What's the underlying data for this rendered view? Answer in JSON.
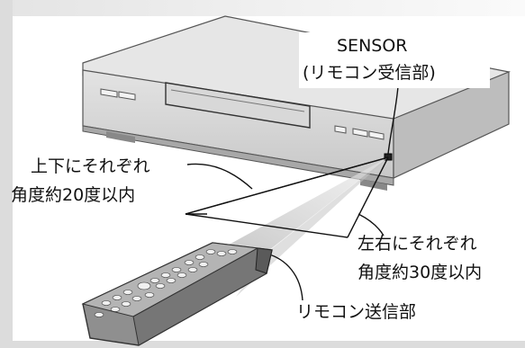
{
  "callouts": {
    "sensor_line1": "SENSOR",
    "sensor_line2": "(リモコン受信部)",
    "vertical_line1": "上下にそれぞれ",
    "vertical_line2": "角度約20度以内",
    "horizontal_line1": "左右にそれぞれ",
    "horizontal_line2": "角度約30度以内",
    "remote": "リモコン送信部"
  },
  "colors": {
    "device_body": "#d9d9d9",
    "device_dark": "#8e8e8e",
    "beam": "#cfcfcf",
    "remote_body": "#9a9a9a",
    "line": "#111111"
  }
}
